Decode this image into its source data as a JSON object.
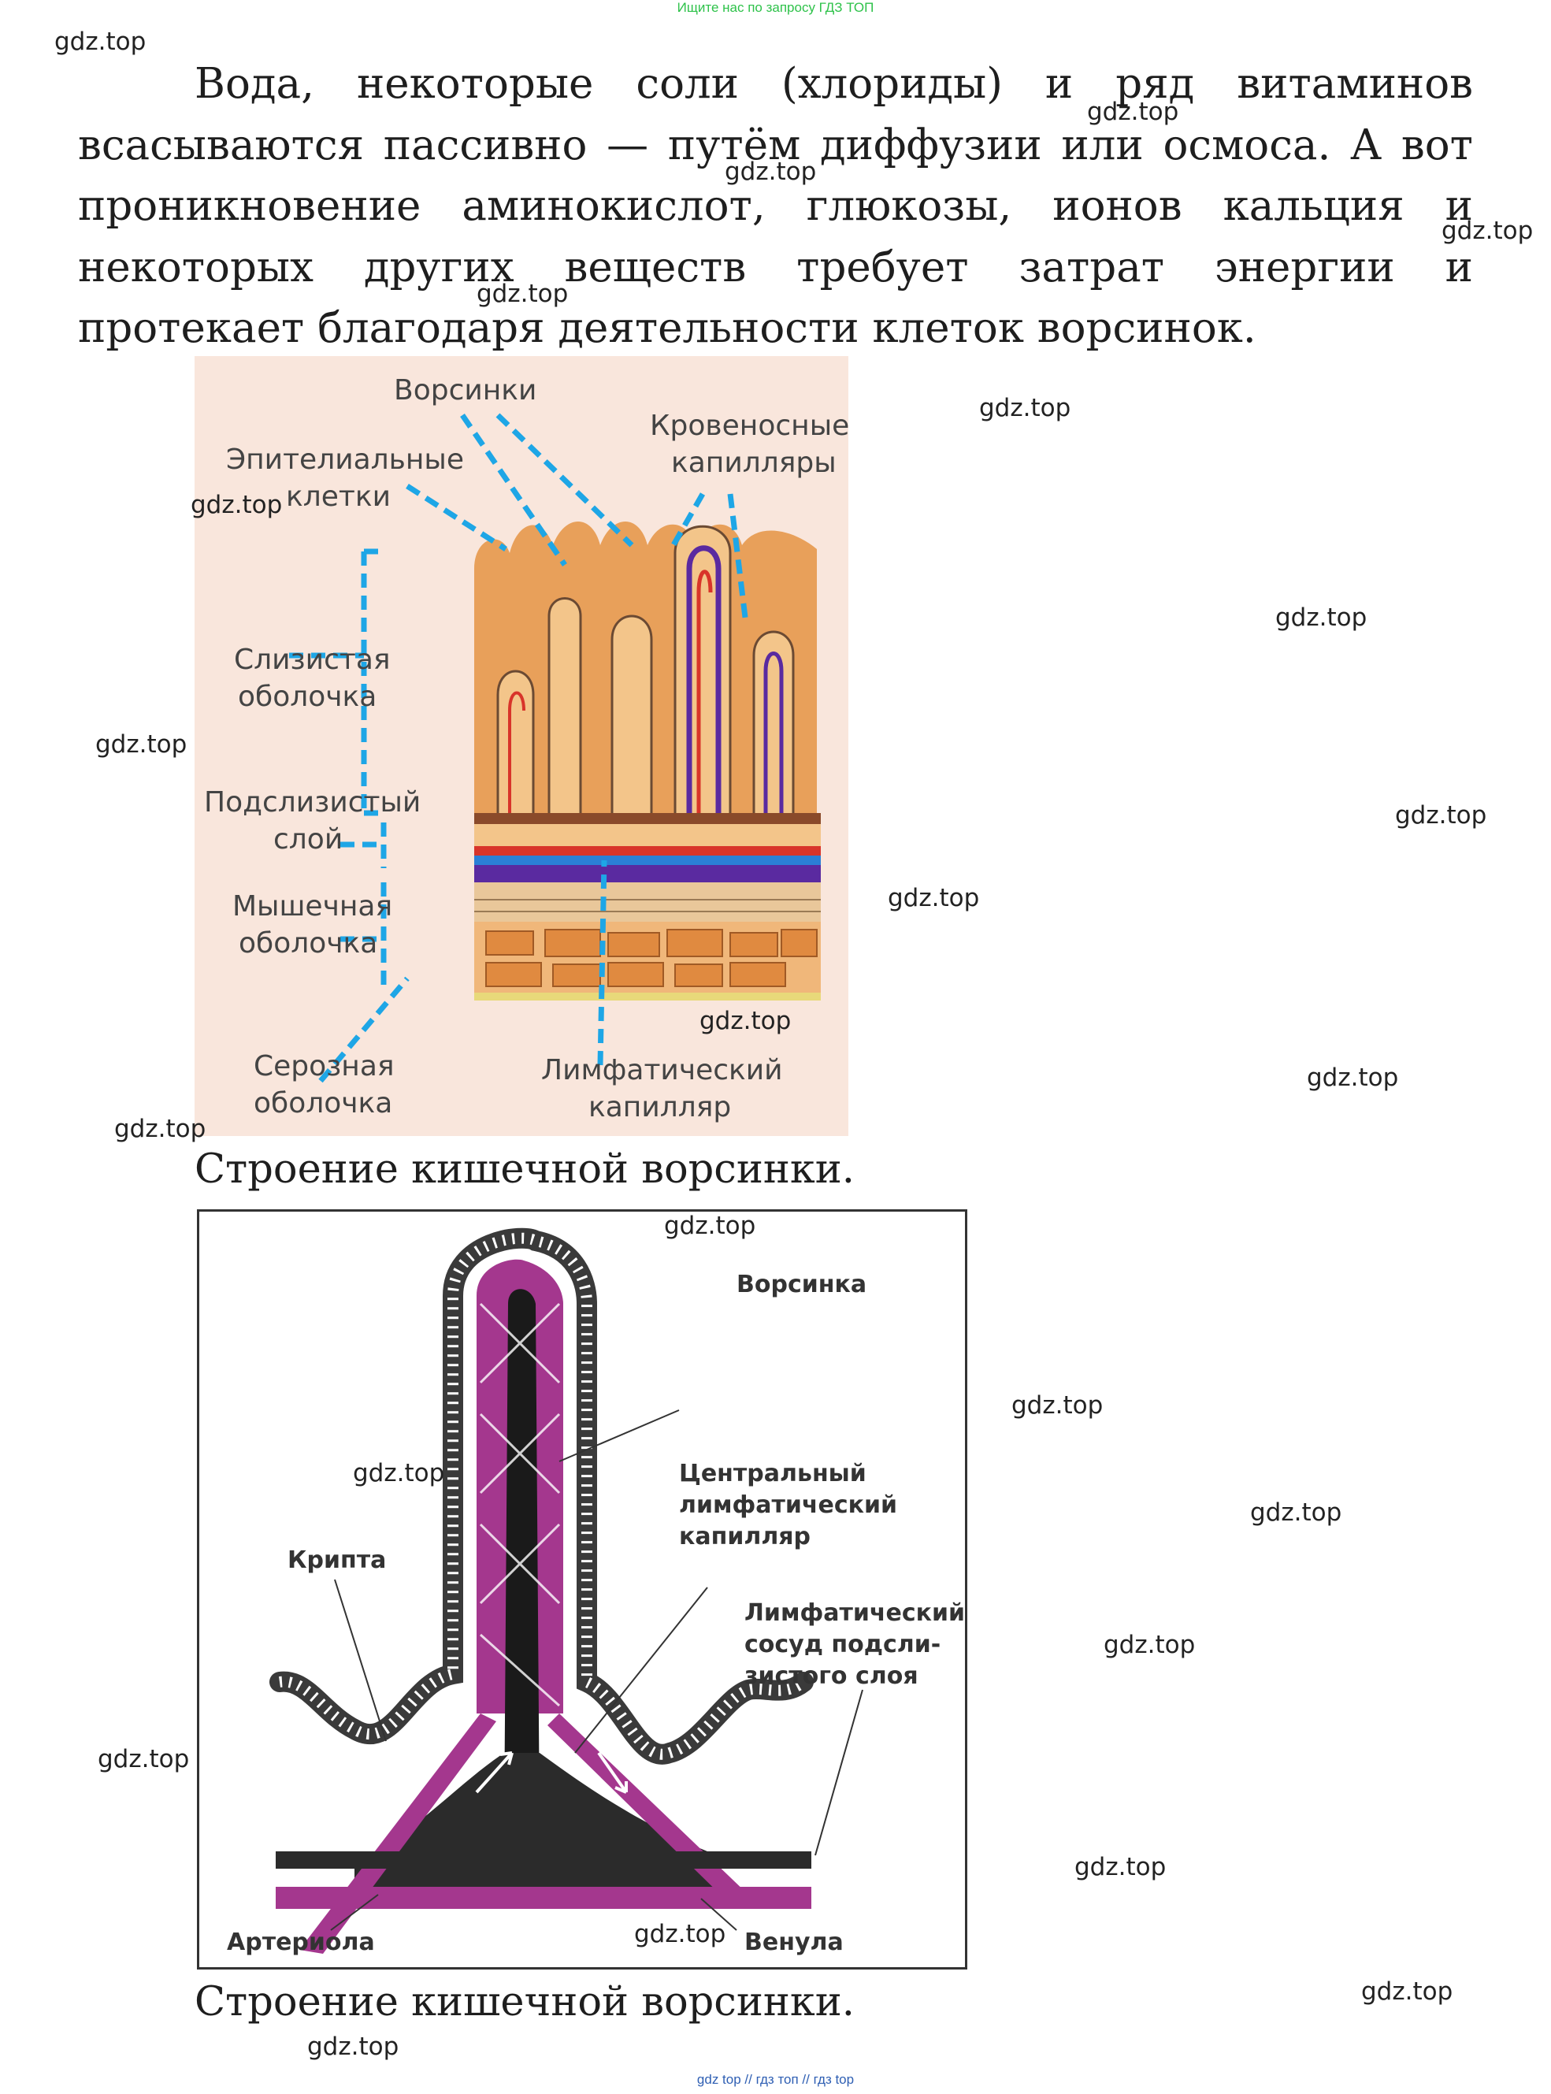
{
  "banner": "Ищите нас по запросу ГДЗ ТОП",
  "paragraph": "Вода, некоторые соли (хлориды) и ряд витаминов всасываются пассивно — путём диффузии или осмоса. А вот проникновение аминокислот, глюкозы, ионов кальция и некоторых других веществ требует затрат энергии и протекает благодаря деятельности клеток ворсинок.",
  "watermark": "gdz.top",
  "figure1": {
    "labels": {
      "villi": "Ворсинки",
      "capillaries_1": "Кровеносные",
      "capillaries_2": "капилляры",
      "epithelial_1": "Эпителиальные",
      "epithelial_2": "клетки",
      "mucosa_1": "Слизистая",
      "mucosa_2": "оболочка",
      "submucosa_1": "Подслизистый",
      "submucosa_2": "слой",
      "muscular_1": "Мышечная",
      "muscular_2": "оболочка",
      "serosa_1": "Серозная",
      "serosa_2": "оболочка",
      "lymph_1": "Лимфатический",
      "lymph_2": "капилляр"
    },
    "caption": "Строение кишечной ворсинки."
  },
  "figure2": {
    "labels": {
      "villus": "Ворсинка",
      "central_1": "Центральный",
      "central_2": "лимфатический",
      "central_3": "капилляр",
      "crypt": "Крипта",
      "vessel_1": "Лимфатический",
      "vessel_2": "сосуд подсли-",
      "vessel_3": "зистого слоя",
      "arteriole": "Артериола",
      "venule": "Венула"
    },
    "caption": "Строение кишечной ворсинки."
  },
  "footer": "gdz top // гдз топ // гдз top",
  "colors": {
    "banner": "#2ec24a",
    "leader": "#1ea6e6",
    "fig1_bg": "#f9e6dc",
    "tissue": "#e8a05a",
    "artery": "#d8342a",
    "vein": "#5a2aa0",
    "lymph_purple": "#a4378e"
  }
}
